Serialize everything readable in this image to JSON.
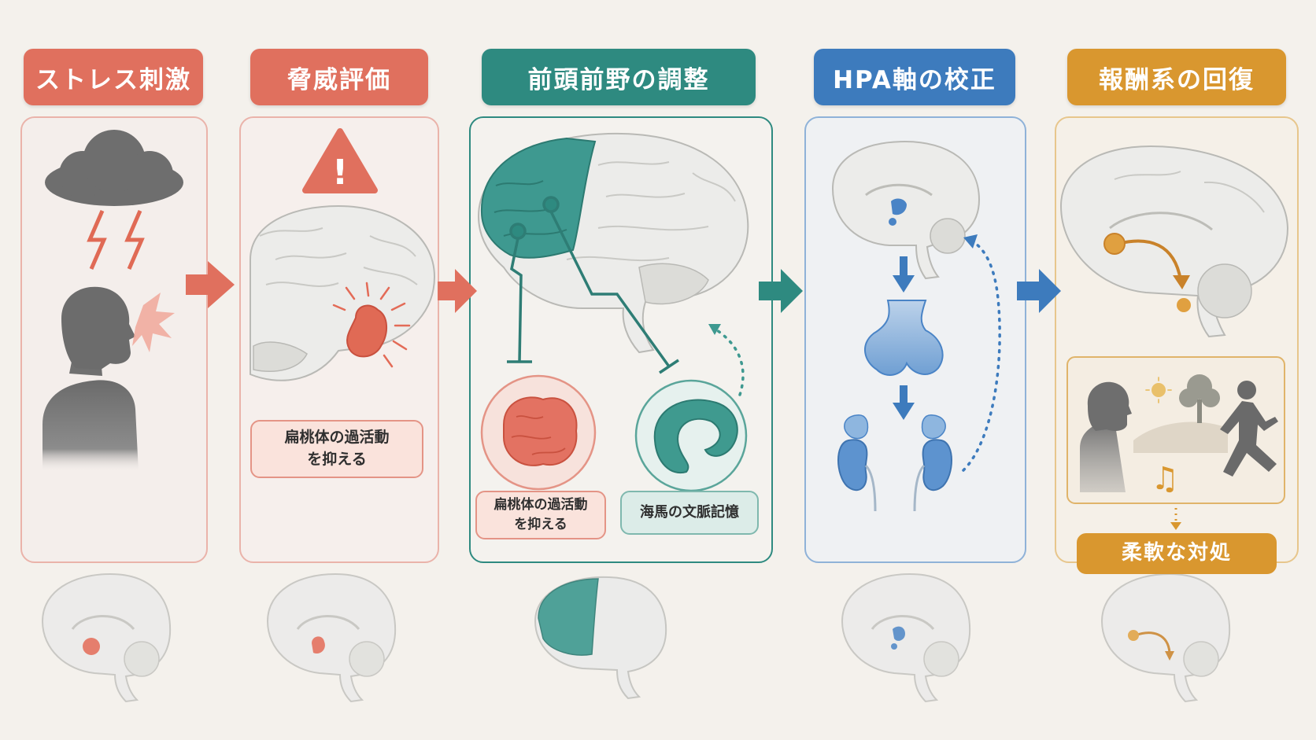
{
  "stages": [
    {
      "id": "stress",
      "title": "ストレス刺激",
      "color": "#e0705e"
    },
    {
      "id": "threat",
      "title": "脅威評価",
      "color": "#e0705e"
    },
    {
      "id": "pfc",
      "title": "前頭前野の調整",
      "color": "#2e8a80"
    },
    {
      "id": "hpa",
      "title": "HPA軸の校正",
      "color": "#3d7bbd"
    },
    {
      "id": "reward",
      "title": "報酬系の回復",
      "color": "#d9972f"
    }
  ],
  "labels": {
    "threat_amygdala": "扁桃体の過活動\nを抑える",
    "pfc_amygdala": "扁桃体の過活動\nを抑える",
    "pfc_hippocampus": "海馬の文脈記憶",
    "flexible_coping": "柔軟な対処"
  },
  "icons": {
    "warning": "!",
    "music": "♫"
  }
}
